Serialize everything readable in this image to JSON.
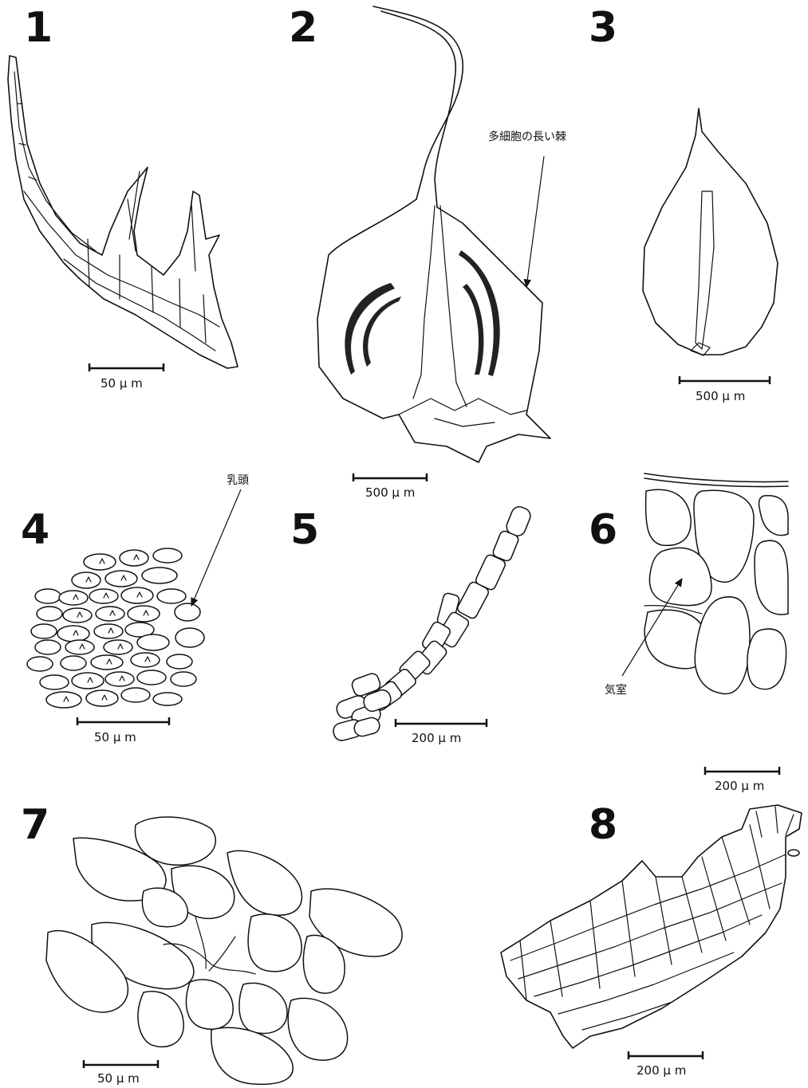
{
  "figures": [
    {
      "number": "1",
      "scale": "50 μ m"
    },
    {
      "number": "2",
      "scale": "500 μ m",
      "annotation": "多細胞の長い棘"
    },
    {
      "number": "3",
      "scale": "500 μ m"
    },
    {
      "number": "4",
      "scale": "50 μ m",
      "annotation": "乳頭"
    },
    {
      "number": "5",
      "scale": "200 μ m"
    },
    {
      "number": "6",
      "scale": "200 μ m",
      "annotation": "気室"
    },
    {
      "number": "7",
      "scale": "50 μ m"
    },
    {
      "number": "8",
      "scale": "200 μ m"
    }
  ]
}
